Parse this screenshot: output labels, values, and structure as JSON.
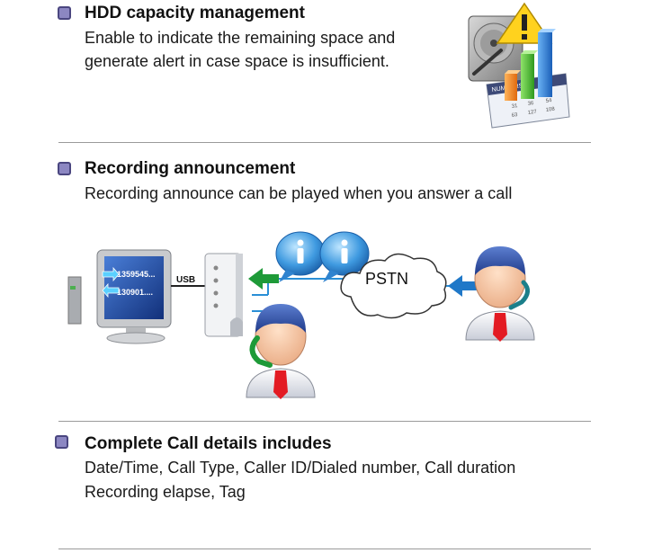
{
  "sections": [
    {
      "title": "HDD capacity management",
      "lines": [
        "Enable to indicate the remaining space and",
        "generate alert in case space is insufficient."
      ]
    },
    {
      "title": "Recording announcement",
      "lines": [
        "Recording announce can be played when you answer a call"
      ]
    },
    {
      "title": "Complete Call details includes",
      "lines": [
        "Date/Time, Call Type, Caller ID/Dialed number, Call duration",
        "Recording elapse, Tag"
      ]
    }
  ],
  "illustration": {
    "hdd_spreadsheet": {
      "banner": "NUMBERS",
      "row1": [
        "31",
        "36",
        "54"
      ],
      "row2": [
        "63",
        "127",
        "108"
      ]
    },
    "network": {
      "monitor_line1": "1359545...",
      "monitor_line2": "130901....",
      "usb_label": "USB",
      "cloud_label": "PSTN"
    }
  },
  "colors": {
    "bullet": "#8c87c2",
    "arrow_green": "#1e9a38",
    "arrow_blue": "#1f78c8",
    "line_blue": "#2a8fd6"
  }
}
